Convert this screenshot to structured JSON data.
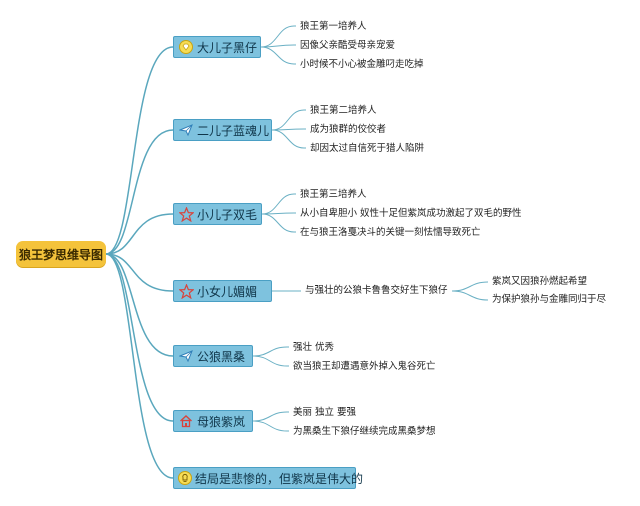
{
  "root": {
    "label": "狼王梦思维导图"
  },
  "branches": [
    {
      "label": "大儿子黑仔",
      "icon": "diamond-icon",
      "icon_color": "#e6c21a",
      "leaves": [
        "狼王第一培养人",
        "因像父亲酷受母亲宠爱",
        "小时候不小心被金雕叼走吃掉"
      ]
    },
    {
      "label": "二儿子蓝魂儿",
      "icon": "paper-plane-icon",
      "icon_color": "#2f7fb8",
      "leaves": [
        "狼王第二培养人",
        "成为狼群的佼佼者",
        "却因太过自信死于猎人陷阱"
      ]
    },
    {
      "label": "小儿子双毛",
      "icon": "star-icon",
      "icon_color": "#d8443c",
      "leaves": [
        "狼王第三培养人",
        "从小自卑胆小 奴性十足但紫岚成功激起了双毛的野性",
        "在与狼王洛戛决斗的关键一刻怯懦导致死亡"
      ]
    },
    {
      "label": "小女儿媚媚",
      "icon": "star-icon",
      "icon_color": "#d8443c",
      "leaves": [
        "与强壮的公狼卡鲁鲁交好生下狼仔"
      ],
      "subleaves": [
        "紫岚又因狼孙燃起希望",
        "为保护狼孙与金雕同归于尽"
      ]
    },
    {
      "label": "公狼黑桑",
      "icon": "paper-plane-icon",
      "icon_color": "#2f7fb8",
      "leaves": [
        "强壮 优秀",
        "欲当狼王却遭遇意外掉入鬼谷死亡"
      ]
    },
    {
      "label": "母狼紫岚",
      "icon": "house-icon",
      "icon_color": "#d8443c",
      "leaves": [
        "美丽 独立 要强",
        "为黑桑生下狼仔继续完成黑桑梦想"
      ]
    },
    {
      "label": "结局是悲惨的，但紫岚是伟大的",
      "icon": "lightbulb-icon",
      "icon_color": "#d6b01a",
      "leaves": []
    }
  ]
}
